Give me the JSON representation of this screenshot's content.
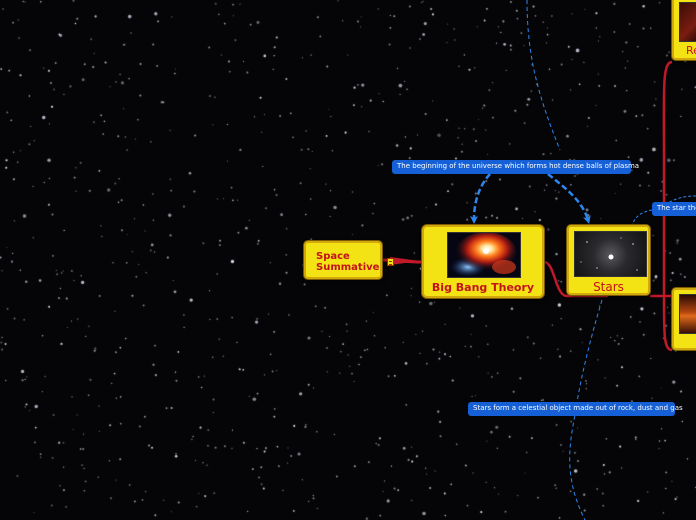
{
  "root": {
    "title": "Big Bang Theory",
    "image_icon": "galaxy-collision-image"
  },
  "summative": {
    "label": "Space Summative",
    "note_icon": "note-icon"
  },
  "stars_node": {
    "title": "Stars",
    "image_icon": "starfield-image"
  },
  "offscreen_nodes": {
    "top_partial_title": "Re"
  },
  "relationships": {
    "big_bang_to_stars": "The beginning of the universe which forms hot  dense balls of plasma",
    "stars_right": "The star the",
    "stars_bottom": "Stars form a celestial object made out of rock, dust and gas"
  },
  "colors": {
    "node_fill": "#f4e314",
    "node_text": "#c4121a",
    "connector": "#c0192a",
    "relationship": "#1560d6",
    "background": "#050507"
  }
}
